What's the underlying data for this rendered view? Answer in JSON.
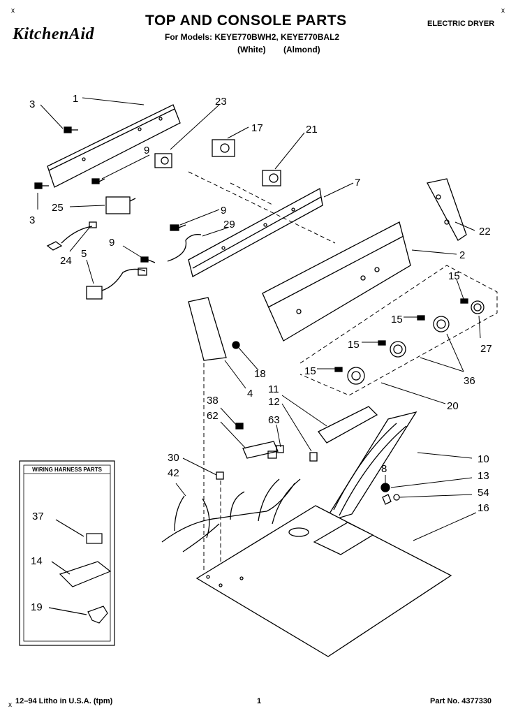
{
  "header": {
    "title": "TOP AND CONSOLE PARTS",
    "brand": "KitchenAid",
    "models_line": "For Models: KEYE770BWH2, KEYE770BAL2",
    "color_white": "(White)",
    "color_almond": "(Almond)",
    "category": "ELECTRIC DRYER",
    "corner_mark": "x"
  },
  "inset": {
    "title": "WIRING HARNESS PARTS",
    "labels": [
      "37",
      "14",
      "19"
    ]
  },
  "callouts": [
    "1",
    "3",
    "23",
    "17",
    "21",
    "9",
    "7",
    "3",
    "25",
    "9",
    "29",
    "22",
    "24",
    "5",
    "9",
    "2",
    "15",
    "15",
    "27",
    "15",
    "15",
    "36",
    "18",
    "4",
    "20",
    "11",
    "12",
    "38",
    "62",
    "63",
    "10",
    "30",
    "8",
    "13",
    "42",
    "54",
    "16"
  ],
  "footer": {
    "left": "12–94 Litho in U.S.A. (tpm)",
    "left_mark": "x",
    "page": "1",
    "part_no": "Part No. 4377330"
  }
}
